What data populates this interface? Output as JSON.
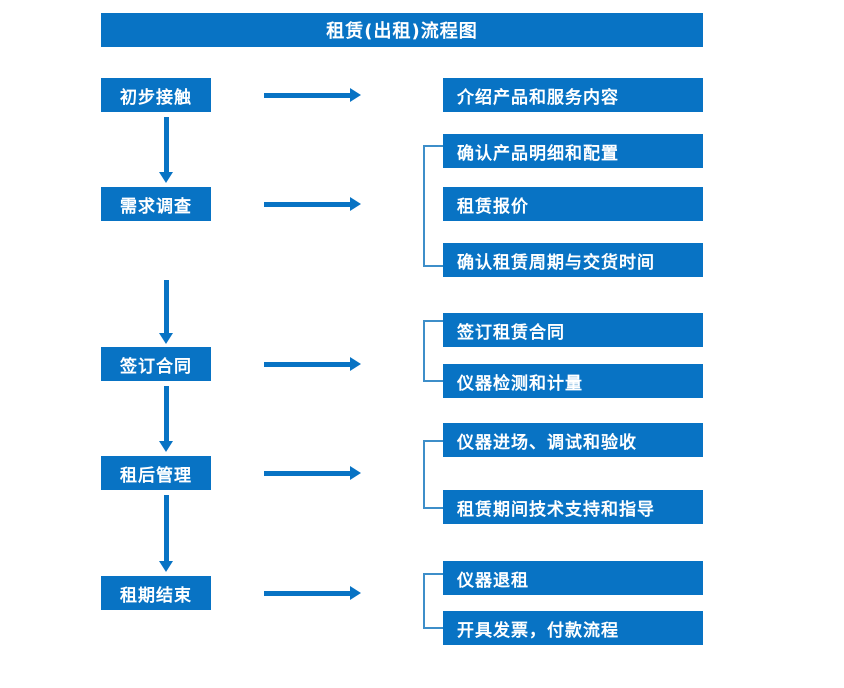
{
  "diagram": {
    "title": "租赁(出租)流程图",
    "accent_color": "#0873c4",
    "bracket_color": "#3d8ec9",
    "text_color": "#ffffff",
    "background_color": "#ffffff",
    "stages": [
      {
        "label": "初步接触"
      },
      {
        "label": "需求调查"
      },
      {
        "label": "签订合同"
      },
      {
        "label": "租后管理"
      },
      {
        "label": "租期结束"
      }
    ],
    "details": [
      {
        "label": "介绍产品和服务内容"
      },
      {
        "label": "确认产品明细和配置"
      },
      {
        "label": "租赁报价"
      },
      {
        "label": "确认租赁周期与交货时间"
      },
      {
        "label": "签订租赁合同"
      },
      {
        "label": "仪器检测和计量"
      },
      {
        "label": "仪器进场、调试和验收"
      },
      {
        "label": "租赁期间技术支持和指导"
      },
      {
        "label": "仪器退租"
      },
      {
        "label": "开具发票，付款流程"
      }
    ]
  }
}
